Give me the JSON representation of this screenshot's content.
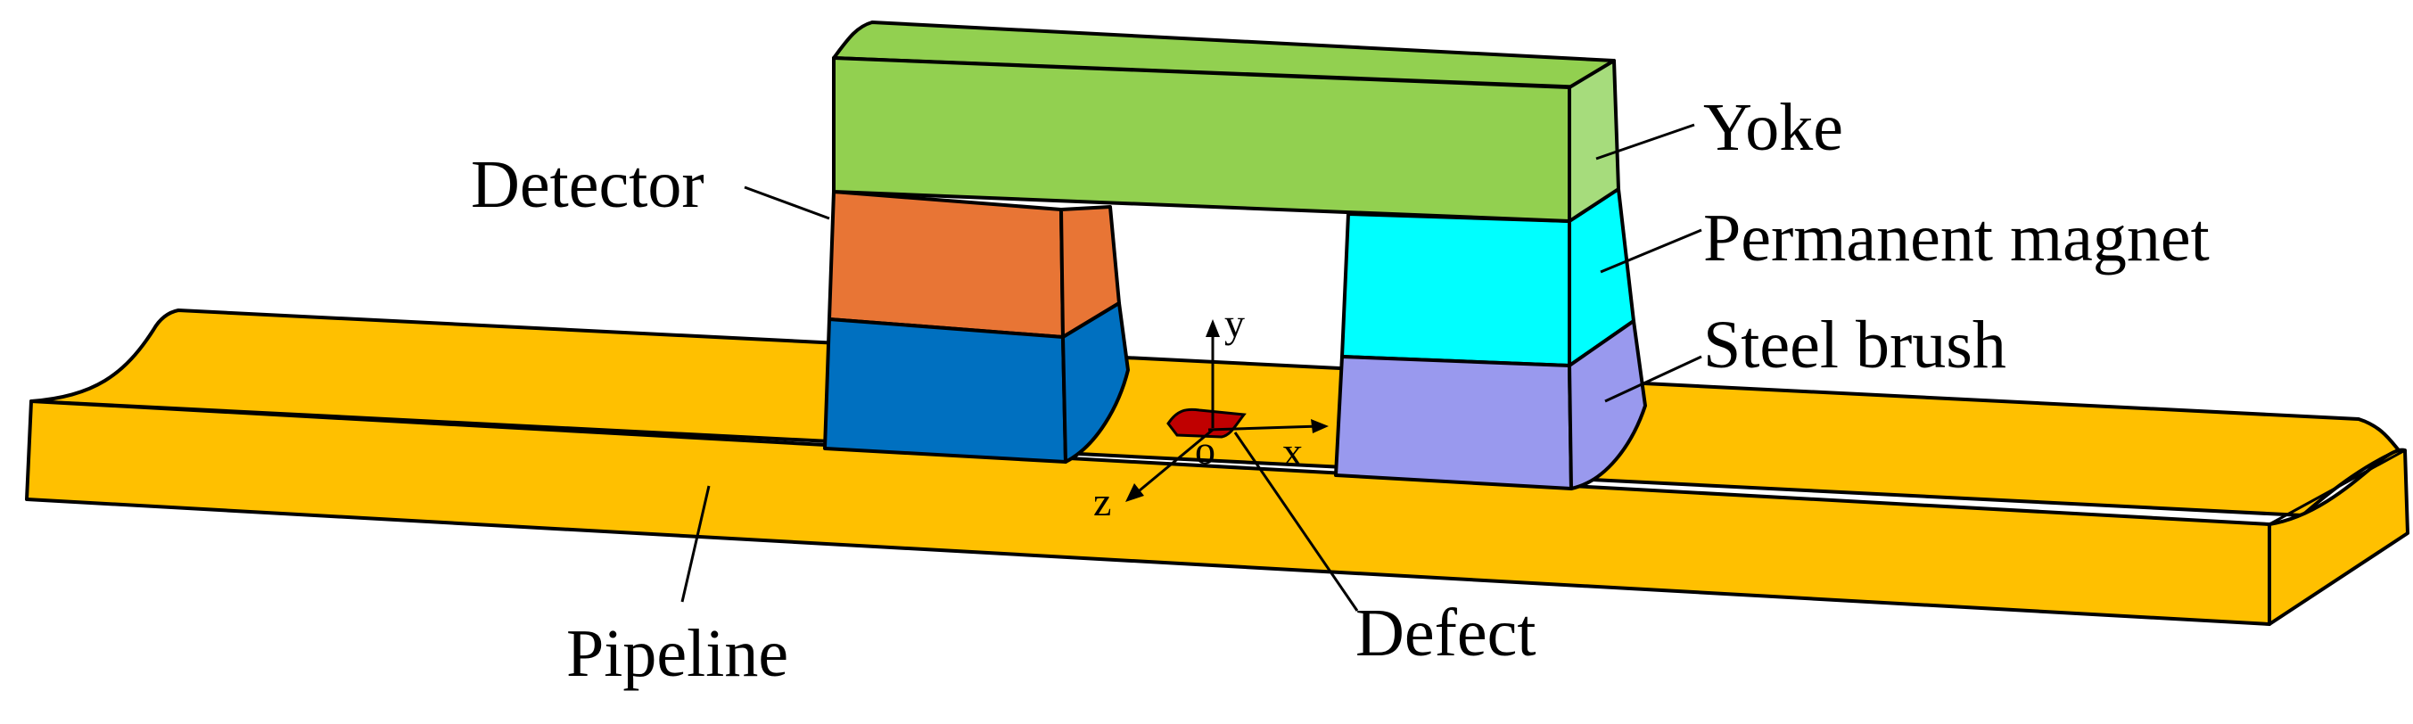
{
  "labels": {
    "yoke": "Yoke",
    "permanent_magnet": "Permanent magnet",
    "steel_brush": "Steel brush",
    "detector": "Detector",
    "pipeline": "Pipeline",
    "defect": "Defect"
  },
  "axes": {
    "x": "x",
    "y": "y",
    "z": "z",
    "origin": "o"
  },
  "colors": {
    "pipeline": "#FFC000",
    "yoke": "#92D050",
    "yoke_side": "#A6DC7C",
    "permanent_magnet": "#00FFFF",
    "steel_brush": "#9999EE",
    "detector_magnet": "#E87535",
    "detector_brush": "#0070C0",
    "defect": "#C00000"
  }
}
